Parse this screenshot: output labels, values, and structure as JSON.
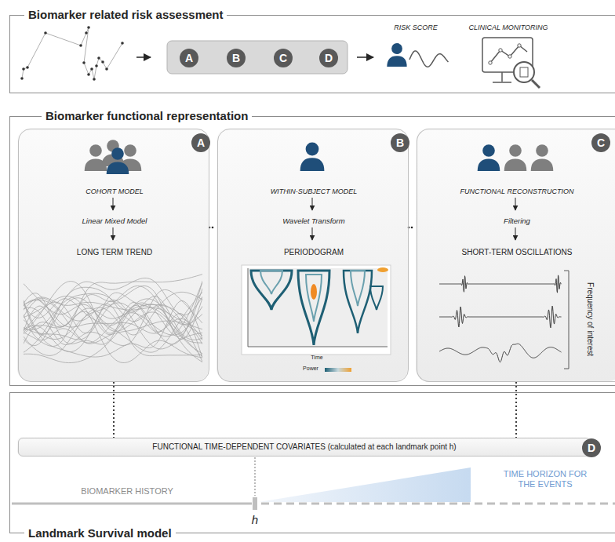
{
  "diagram": {
    "nodes": [
      {
        "text": [
          "Biomarker related risk assessment"
        ]
      },
      {
        "text": [
          "A"
        ],
        "in": 0
      },
      {
        "text": [
          "B"
        ],
        "in": 0
      },
      {
        "text": [
          "C"
        ],
        "in": 0
      },
      {
        "text": [
          "D"
        ],
        "in": 0
      },
      {
        "text": [
          "Biomarker functional representation"
        ]
      },
      {
        "text": [
          "COHORT MODEL",
          "Linear Mixed Model",
          "LONG TERM TREND"
        ],
        "in": 5
      },
      {
        "text": [
          "A"
        ],
        "in": 6
      },
      {
        "text": [
          "WITHIN-SUBJECT MODEL",
          "Wavelet Transform",
          "PERIODOGRAM"
        ],
        "in": 5
      },
      {
        "text": [
          "B"
        ],
        "in": 8
      },
      {
        "text": [
          "FUNCTIONAL RECONSTRUCTION",
          "Filtering",
          "SHORT-TERM OSCILLATIONS"
        ],
        "in": 5
      },
      {
        "text": [
          "C"
        ],
        "in": 10
      },
      {
        "text": [
          "Landmark Survival model"
        ]
      },
      {
        "text": [
          "FUNCTIONAL TIME-DEPENDENT COVARIATES (calculated at each landmark point h)"
        ],
        "in": 12
      },
      {
        "text": [
          "D"
        ],
        "in": 13
      }
    ],
    "edges": [
      {
        "from": 6,
        "to": 13,
        "arrow": "none"
      },
      {
        "from": 10,
        "to": 13,
        "arrow": "none"
      }
    ],
    "labels": [
      "RISK SCORE",
      "CLINICAL MONITORING",
      "Time",
      "Power",
      "Frequency of interest",
      "BIOMARKER HISTORY",
      "TIME HORIZON FOR THE EVENTS",
      "h"
    ]
  }
}
